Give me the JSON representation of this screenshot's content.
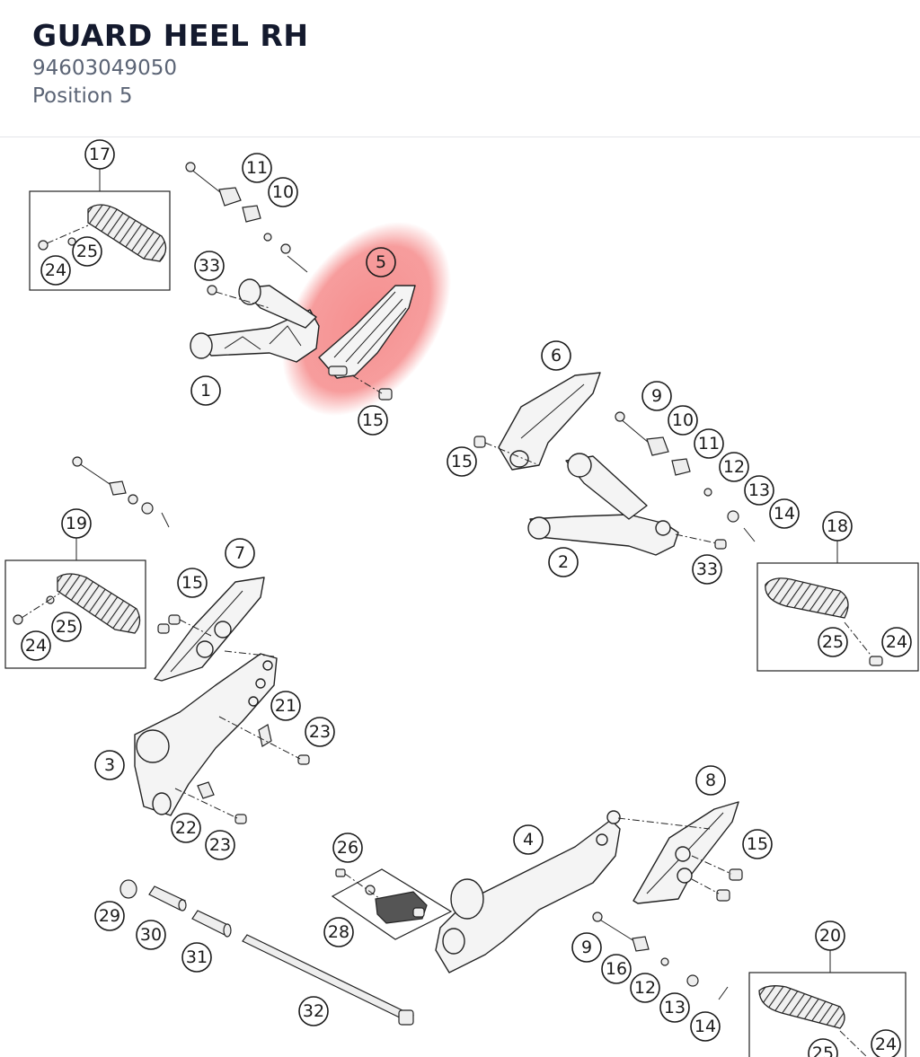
{
  "header": {
    "title": "GUARD HEEL RH",
    "part_number": "94603049050",
    "position_label": "Position 5"
  },
  "diagram": {
    "highlight_color": "#f47c7c",
    "highlighted_position": "5",
    "callouts": [
      "17",
      "11",
      "10",
      "25",
      "24",
      "33",
      "5",
      "1",
      "15",
      "6",
      "9",
      "10",
      "11",
      "12",
      "13",
      "14",
      "15",
      "2",
      "33",
      "19",
      "18",
      "7",
      "15",
      "25",
      "24",
      "25",
      "24",
      "21",
      "23",
      "3",
      "22",
      "23",
      "8",
      "26",
      "4",
      "15",
      "29",
      "30",
      "28",
      "31",
      "9",
      "16",
      "12",
      "13",
      "14",
      "32",
      "20",
      "25",
      "24"
    ]
  }
}
